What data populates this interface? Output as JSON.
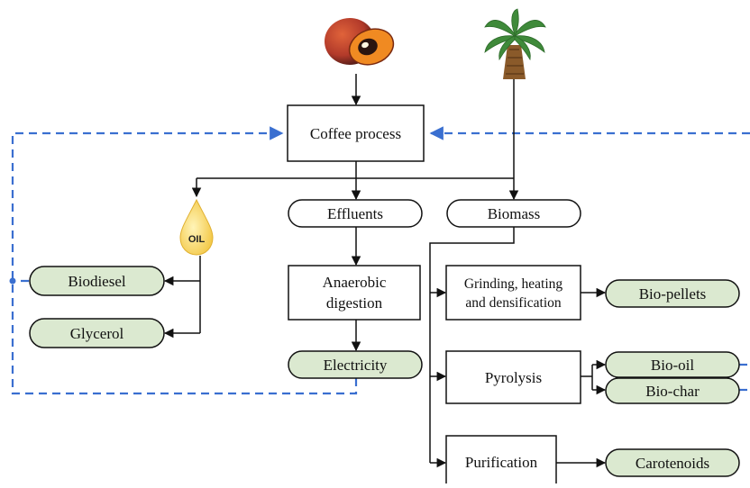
{
  "colors": {
    "arrow": "#111111",
    "dashed_flow": "#3a6fd0",
    "product_fill": "#dbe9d0",
    "box_fill": "#ffffff",
    "oil_drop": "#f4c842"
  },
  "icons": {
    "fruit": "palm-fruit-icon",
    "tree": "palm-tree-icon",
    "oil": "oil-drop-icon"
  },
  "nodes": {
    "coffee_process": "Coffee process",
    "effluents": "Effluents",
    "biomass": "Biomass",
    "oil": "OIL",
    "biodiesel": "Biodiesel",
    "glycerol": "Glycerol",
    "anaerobic_line1": "Anaerobic",
    "anaerobic_line2": "digestion",
    "electricity": "Electricity",
    "grinding_line1": "Grinding, heating",
    "grinding_line2": "and densification",
    "bio_pellets": "Bio-pellets",
    "pyrolysis": "Pyrolysis",
    "bio_oil": "Bio-oil",
    "bio_char": "Bio-char",
    "purification": "Purification",
    "carotenoids": "Carotenoids"
  }
}
